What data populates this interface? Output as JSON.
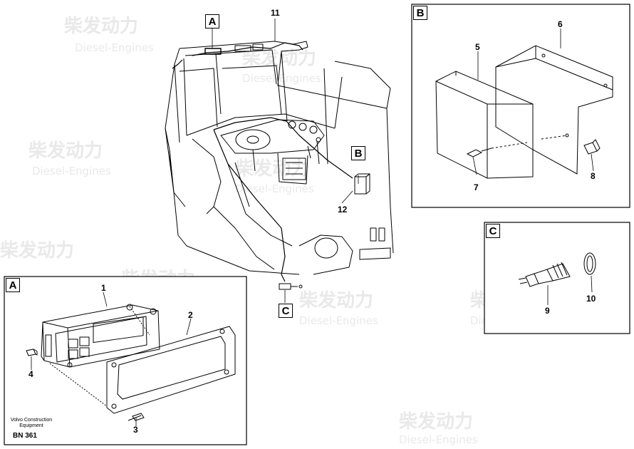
{
  "watermark": {
    "brand_cn": "柴发动力",
    "brand_en": "Diesel-Engines"
  },
  "panels": {
    "A_label": "A",
    "B_label": "B",
    "C_label": "C"
  },
  "main_tags": {
    "A": "A",
    "B": "B",
    "C": "C"
  },
  "callouts": {
    "c1": "1",
    "c2": "2",
    "c3": "3",
    "c4": "4",
    "c5": "5",
    "c6": "6",
    "c7": "7",
    "c8": "8",
    "c9": "9",
    "c10": "10",
    "c11": "11",
    "c12": "12"
  },
  "footer": {
    "company_line1": "Volvo Construction",
    "company_line2": "Equipment",
    "code": "BN 361"
  },
  "colors": {
    "line": "#000000",
    "watermark": "#e9e9e9",
    "background": "#ffffff"
  }
}
